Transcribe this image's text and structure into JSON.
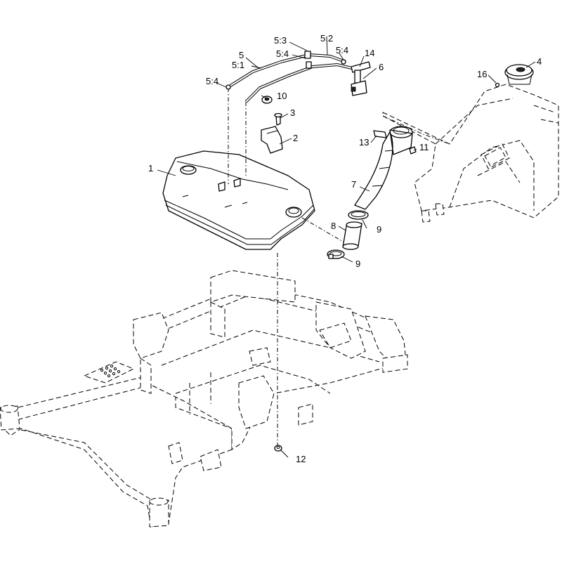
{
  "diagram": {
    "callouts": [
      {
        "id": "c1",
        "text": "1"
      },
      {
        "id": "c2",
        "text": "2"
      },
      {
        "id": "c3",
        "text": "3"
      },
      {
        "id": "c4",
        "text": "4"
      },
      {
        "id": "c5",
        "text": "5"
      },
      {
        "id": "c5_1",
        "text": "5:1"
      },
      {
        "id": "c5_2",
        "text": "5:2"
      },
      {
        "id": "c5_3",
        "text": "5:3"
      },
      {
        "id": "c5_4a",
        "text": "5:4"
      },
      {
        "id": "c5_4b",
        "text": "5:4"
      },
      {
        "id": "c5_4c",
        "text": "5:4"
      },
      {
        "id": "c6",
        "text": "6"
      },
      {
        "id": "c7",
        "text": "7"
      },
      {
        "id": "c8",
        "text": "8"
      },
      {
        "id": "c9a",
        "text": "9"
      },
      {
        "id": "c9b",
        "text": "9"
      },
      {
        "id": "c10",
        "text": "10"
      },
      {
        "id": "c11",
        "text": "11"
      },
      {
        "id": "c12",
        "text": "12"
      },
      {
        "id": "c13",
        "text": "13"
      },
      {
        "id": "c14",
        "text": "14"
      },
      {
        "id": "c16",
        "text": "16"
      }
    ]
  }
}
